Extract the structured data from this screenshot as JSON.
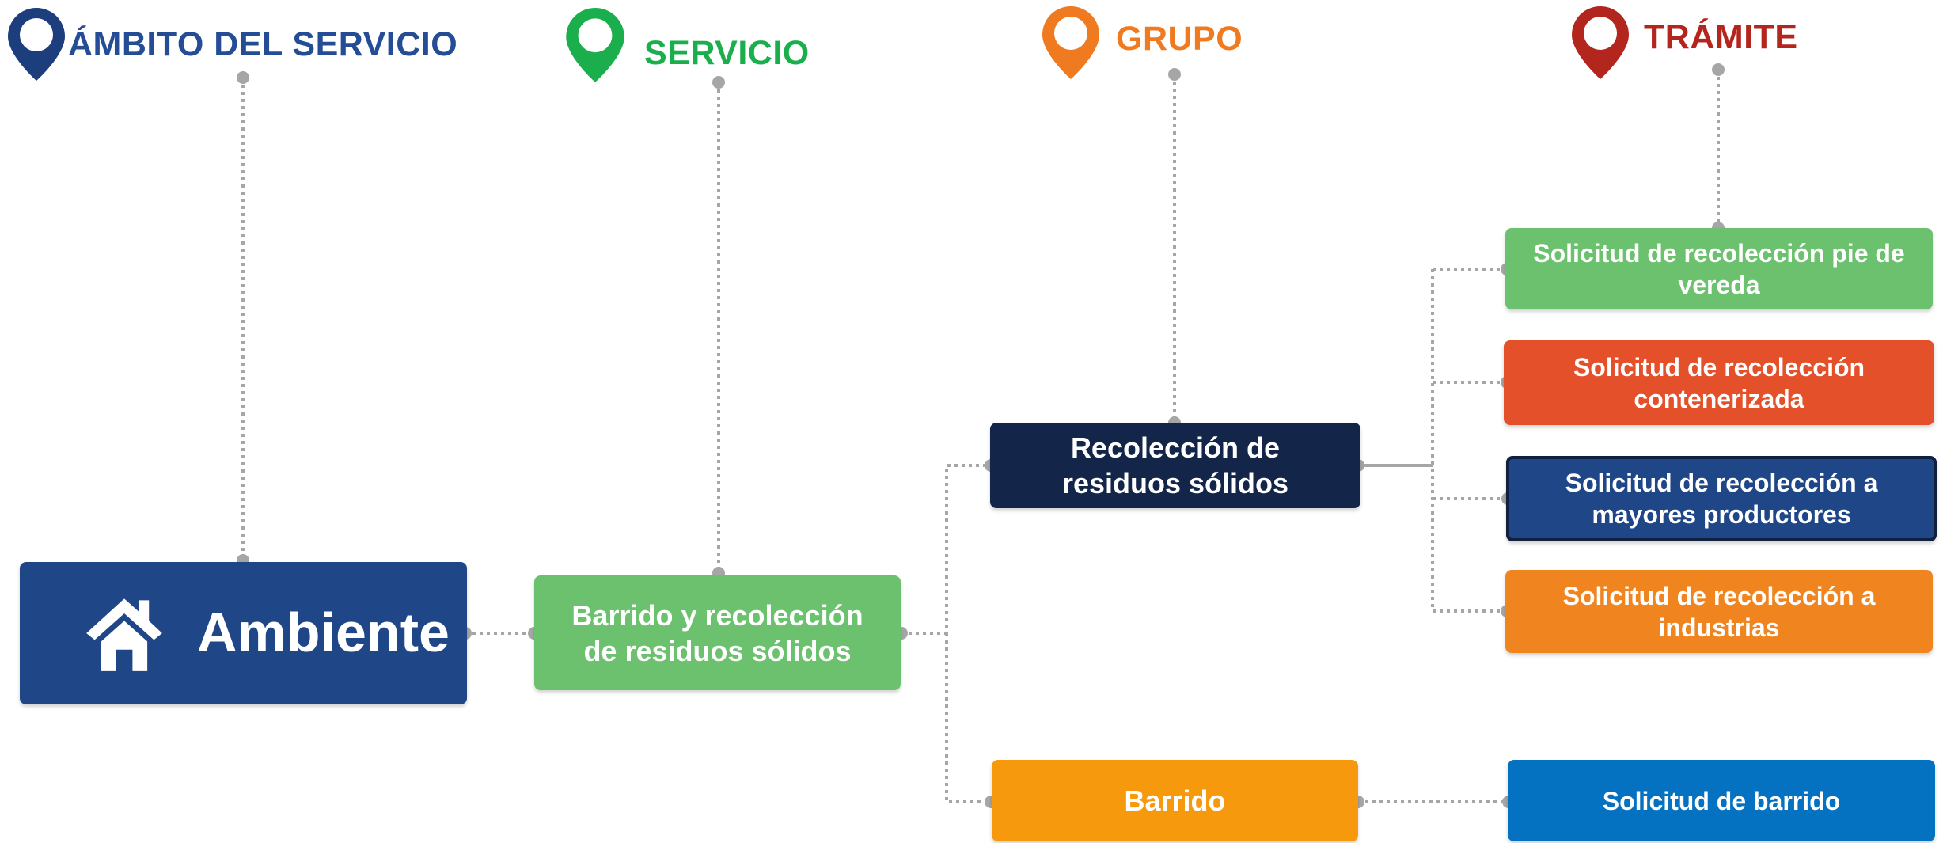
{
  "headers": {
    "ambito": {
      "label": "ÁMBITO DEL SERVICIO",
      "color": "#244d96",
      "icon": "map-pin-icon"
    },
    "servicio": {
      "label": "SERVICIO",
      "color": "#1aae4c",
      "icon": "map-pin-icon"
    },
    "grupo": {
      "label": "GRUPO",
      "color": "#ef7a1f",
      "icon": "map-pin-icon"
    },
    "tramite": {
      "label": "TRÁMITE",
      "color": "#b3261e",
      "icon": "map-pin-icon"
    }
  },
  "ambito_node": {
    "label": "Ambiente",
    "icon": "home-icon",
    "color": "#1f4788"
  },
  "servicio_node": {
    "label": "Barrido y recolección\nde residuos sólidos",
    "color": "#6cc16e"
  },
  "grupos": [
    {
      "label": "Recolección de\nresiduos sólidos",
      "color": "#13264a"
    },
    {
      "label": "Barrido",
      "color": "#f7990c"
    }
  ],
  "tramites": [
    {
      "label": "Solicitud de recolección pie de\nvereda",
      "color": "#6cc16e"
    },
    {
      "label": "Solicitud de recolección\ncontenerizada",
      "color": "#e4502a"
    },
    {
      "label": "Solicitud de recolección a\nmayores productores",
      "color": "#1f4788"
    },
    {
      "label": "Solicitud de recolección a\nindustrias",
      "color": "#f08520"
    },
    {
      "label": "Solicitud de barrido",
      "color": "#0571c1"
    }
  ],
  "colors": {
    "connector": "#9e9e9e"
  }
}
